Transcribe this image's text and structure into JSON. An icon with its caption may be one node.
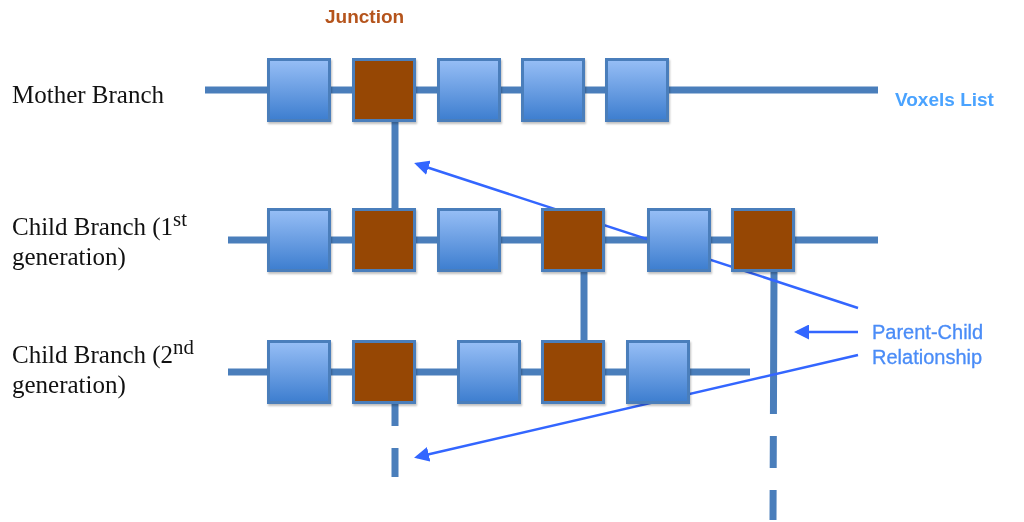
{
  "diagram": {
    "nodes": [
      {
        "text": [],
        "shape": "box"
      },
      {
        "text": [],
        "shape": "box"
      },
      {
        "text": [],
        "shape": "box"
      },
      {
        "text": [],
        "shape": "box"
      },
      {
        "text": [],
        "shape": "box"
      },
      {
        "text": [],
        "shape": "box"
      },
      {
        "text": [],
        "shape": "box"
      },
      {
        "text": [],
        "shape": "box"
      },
      {
        "text": [],
        "shape": "box"
      },
      {
        "text": [],
        "shape": "box"
      },
      {
        "text": [],
        "shape": "box"
      },
      {
        "text": [],
        "shape": "box"
      },
      {
        "text": [],
        "shape": "box"
      },
      {
        "text": [],
        "shape": "box"
      },
      {
        "text": [],
        "shape": "box"
      },
      {
        "text": [],
        "shape": "box"
      },
      {
        "text": [
          "Parent-Child Relationship"
        ]
      }
    ],
    "edges": [
      {
        "from": 0,
        "to": 1,
        "arrow": "none"
      },
      {
        "from": 1,
        "to": 2,
        "arrow": "none"
      },
      {
        "from": 2,
        "to": 3,
        "arrow": "none"
      },
      {
        "from": 3,
        "to": 4,
        "arrow": "none"
      },
      {
        "from": 5,
        "to": 6,
        "arrow": "none"
      },
      {
        "from": 6,
        "to": 7,
        "arrow": "none"
      },
      {
        "from": 7,
        "to": 8,
        "arrow": "none"
      },
      {
        "from": 8,
        "to": 9,
        "arrow": "none"
      },
      {
        "from": 9,
        "to": 10,
        "arrow": "none"
      },
      {
        "from": 11,
        "to": 12,
        "arrow": "none"
      },
      {
        "from": 12,
        "to": 13,
        "arrow": "none"
      },
      {
        "from": 13,
        "to": 14,
        "arrow": "none"
      },
      {
        "from": 14,
        "to": 15,
        "arrow": "none"
      },
      {
        "from": 1,
        "to": 6,
        "arrow": "none"
      },
      {
        "from": 8,
        "to": 14,
        "arrow": "none"
      },
      {
        "from": 10,
        "to": null,
        "arrow": "none",
        "style": "dashed"
      },
      {
        "from": 12,
        "to": null,
        "arrow": "none",
        "style": "dashed"
      },
      {
        "from": 16,
        "to": null,
        "arrow": "to",
        "color": "#3366ff"
      },
      {
        "from": 16,
        "to": null,
        "arrow": "to",
        "color": "#3366ff"
      },
      {
        "from": 16,
        "to": null,
        "arrow": "to",
        "color": "#3366ff"
      }
    ],
    "labels": [
      "Junction",
      "Mother Branch",
      "Voxels List",
      "Child Branch (1$^{st}$ generation)",
      "Child Branch (2$^{nd}$  generation)"
    ]
  }
}
